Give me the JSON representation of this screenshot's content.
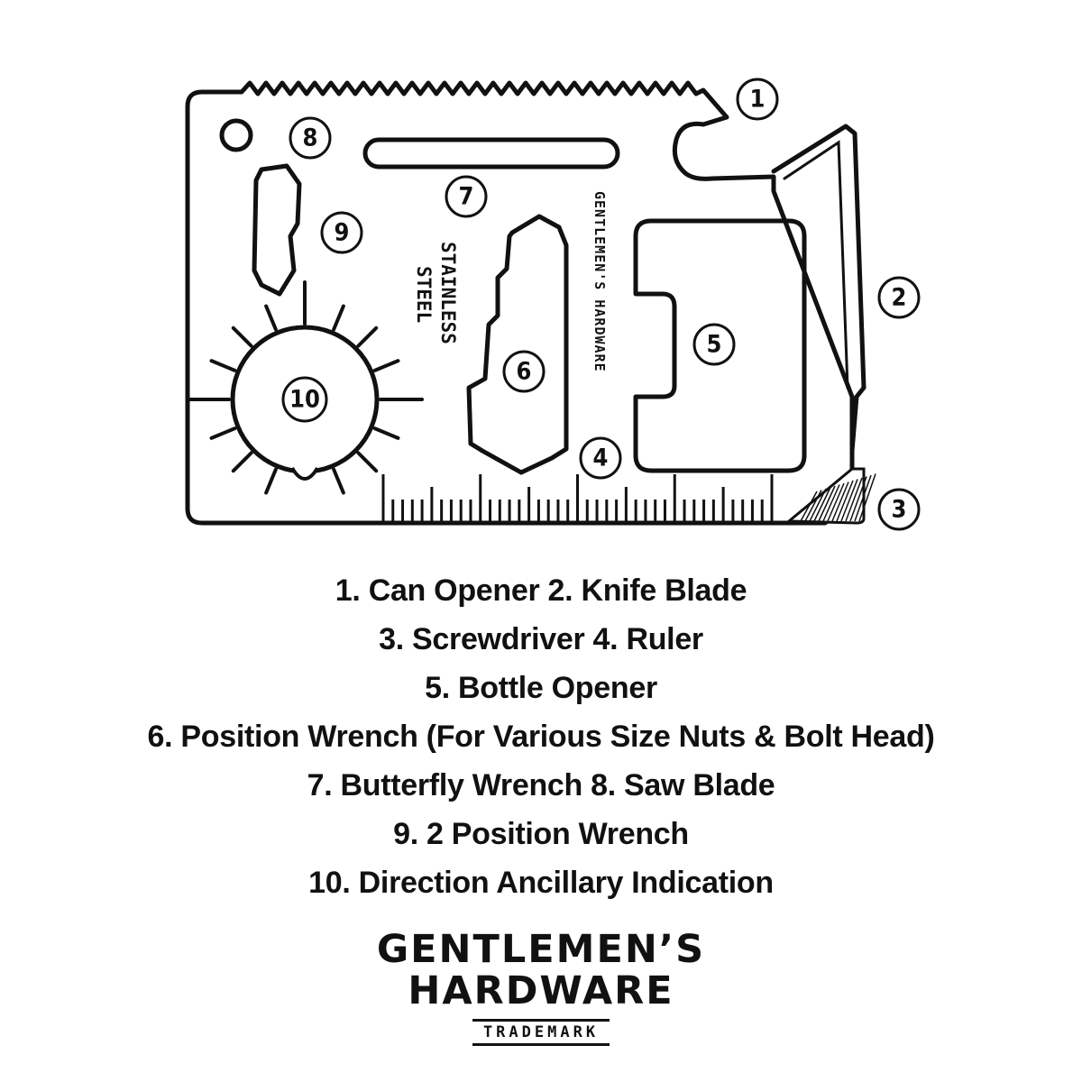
{
  "diagram": {
    "engraving_material": [
      "STAINLESS",
      "STEEL"
    ],
    "engraving_brand": "GENTLEMEN'S HARDWARE",
    "callouts": [
      "1",
      "2",
      "3",
      "4",
      "5",
      "6",
      "7",
      "8",
      "9",
      "10"
    ]
  },
  "legend": [
    "1. Can Opener  2. Knife Blade",
    "3. Screwdriver  4. Ruler",
    "5. Bottle Opener",
    "6. Position Wrench (For Various Size Nuts & Bolt Head)",
    "7. Butterfly Wrench 8. Saw Blade",
    "9. 2 Position Wrench",
    "10. Direction Ancillary Indication"
  ],
  "brand": {
    "line1": "GENTLEMEN’S",
    "line2": "HARDWARE",
    "trademark": "TRADEMARK"
  }
}
